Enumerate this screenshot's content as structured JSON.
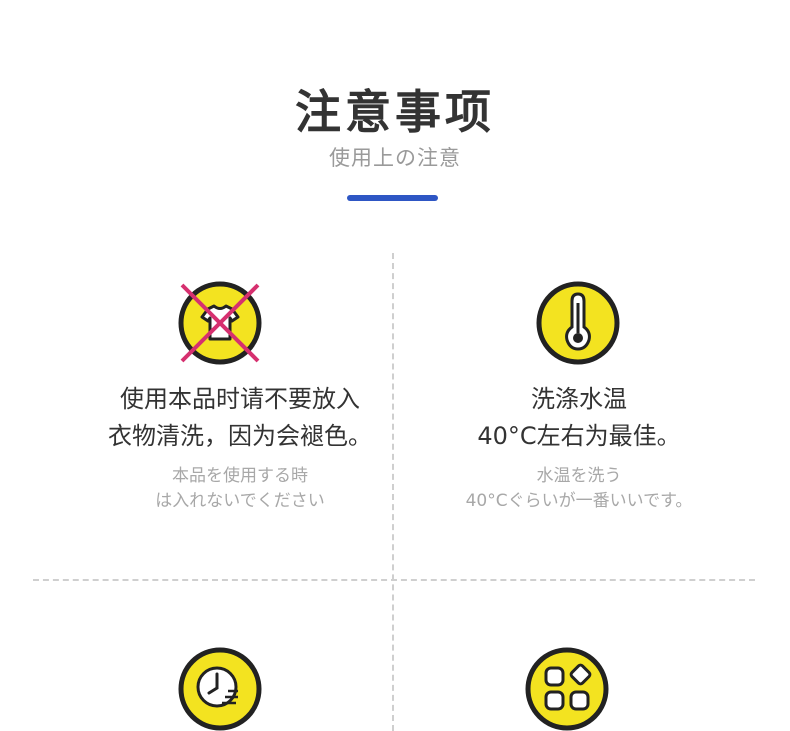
{
  "header": {
    "title": "注意事项",
    "subtitle": "使用上の注意"
  },
  "colors": {
    "accent": "#2e56c4",
    "icon_fill": "#f3e320",
    "icon_outline": "#222222",
    "cross": "#d6306f",
    "text_main": "#333333",
    "text_sub": "#a8a8a8"
  },
  "items": [
    {
      "icon": "no-tshirt-icon",
      "main": [
        "使用本品时请不要放入",
        "衣物清洗，因为会褪色。"
      ],
      "sub": [
        "本品を使用する時",
        "は入れないでください"
      ]
    },
    {
      "icon": "thermometer-icon",
      "main": [
        "洗涤水温",
        "40°C左右为最佳。"
      ],
      "sub": [
        "水温を洗う",
        "40°Cぐらいが一番いいです。"
      ]
    },
    {
      "icon": "clock-icon"
    },
    {
      "icon": "shapes-grid-icon"
    }
  ]
}
